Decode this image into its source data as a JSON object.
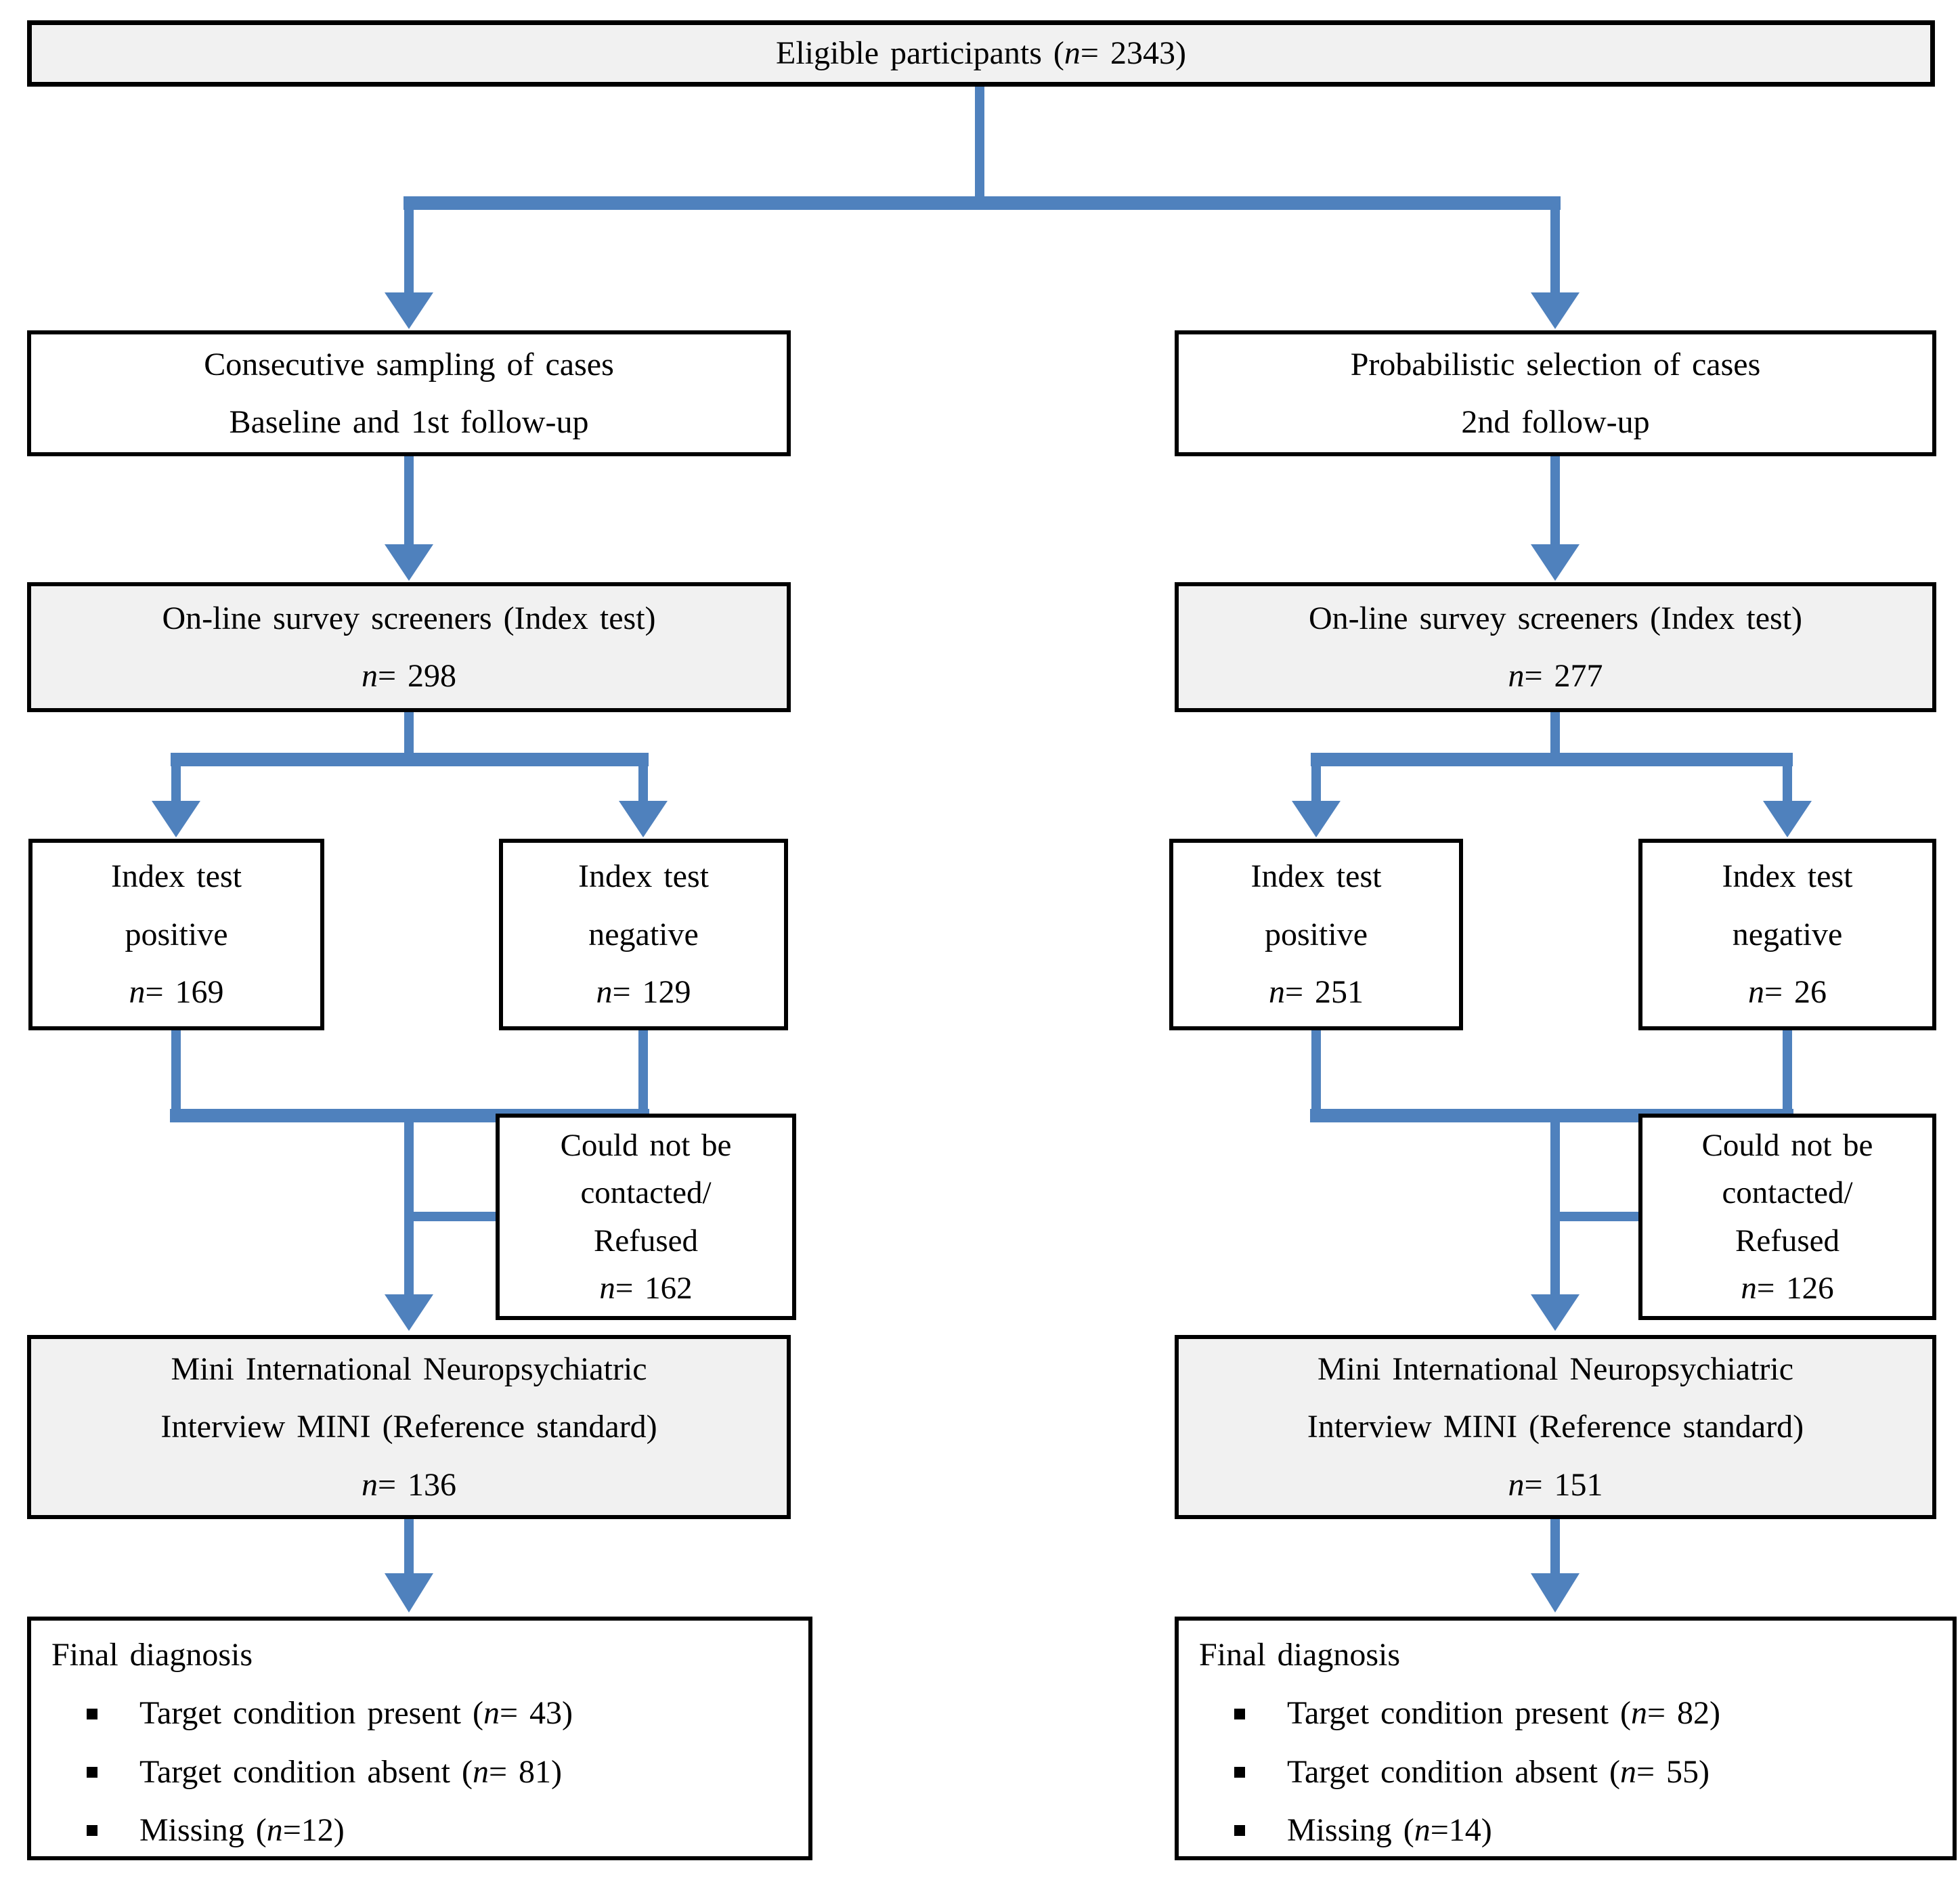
{
  "diagram": {
    "arrow_color": "#4f81bd",
    "box_border_color": "#000000",
    "shaded_box_fill": "#f1f1f1",
    "plain_box_fill": "#ffffff"
  },
  "boxes": {
    "eligible": {
      "text": "Eligible participants (n= 2343)"
    },
    "left_branch": {
      "sampling": {
        "line1": "Consecutive sampling of cases",
        "line2": "Baseline and 1st follow-up"
      },
      "screeners": {
        "line1": "On-line survey screeners (Index test)",
        "n": "n= 298"
      },
      "index_positive": {
        "line1": "Index test",
        "line2": "positive",
        "n": "n= 169"
      },
      "index_negative": {
        "line1": "Index test",
        "line2": "negative",
        "n": "n= 129"
      },
      "not_contacted": {
        "line1": "Could not be",
        "line2": "contacted/",
        "line3": "Refused",
        "n": "n= 162"
      },
      "mini": {
        "line1": "Mini International Neuropsychiatric",
        "line2": "Interview MINI (Reference standard)",
        "n": "n= 136"
      },
      "final_diagnosis": {
        "title": "Final diagnosis",
        "items": [
          "Target condition present (n= 43)",
          "Target condition absent (n= 81)",
          "Missing (n=12)"
        ]
      }
    },
    "right_branch": {
      "sampling": {
        "line1": "Probabilistic selection of cases",
        "line2": "2nd follow-up"
      },
      "screeners": {
        "line1": "On-line survey screeners (Index test)",
        "n": "n= 277"
      },
      "index_positive": {
        "line1": "Index test",
        "line2": "positive",
        "n": "n= 251"
      },
      "index_negative": {
        "line1": "Index test",
        "line2": "negative",
        "n": "n= 26"
      },
      "not_contacted": {
        "line1": "Could not be",
        "line2": "contacted/",
        "line3": "Refused",
        "n": "n= 126"
      },
      "mini": {
        "line1": "Mini International Neuropsychiatric",
        "line2": "Interview MINI (Reference standard)",
        "n": "n= 151"
      },
      "final_diagnosis": {
        "title": "Final diagnosis",
        "items": [
          "Target condition present (n= 82)",
          "Target condition absent (n= 55)",
          "Missing (n=14)"
        ]
      }
    }
  }
}
